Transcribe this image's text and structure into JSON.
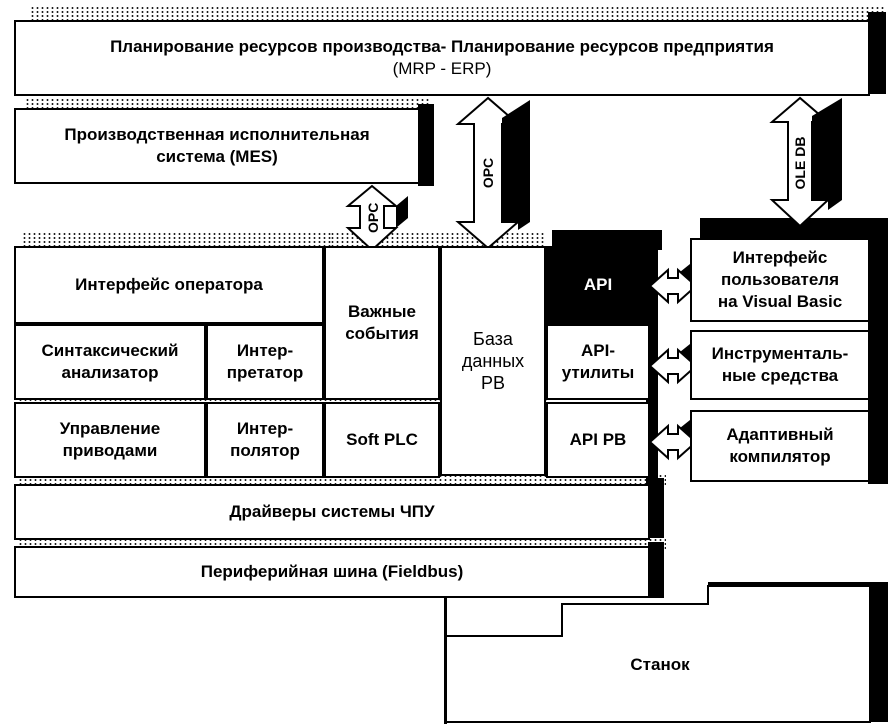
{
  "erp": {
    "title": "Планирование ресурсов производства- Планирование ресурсов предприятия",
    "subtitle": "(MRP - ERP)"
  },
  "mes": {
    "line1": "Производственная исполнительная",
    "line2": "система (MES)"
  },
  "arrows": {
    "opc_left": "OPC",
    "opc_mid": "OPC",
    "ole_db": "OLE DB"
  },
  "blocks": {
    "operator_interface": "Интерфейс оператора",
    "important_events": "Важные\nсобытия",
    "database": "База\nданных\nPB",
    "api": "API",
    "user_interface": "Интерфейс\nпользователя\nна Visual Basic",
    "syntax_analyzer": "Синтаксический\nанализатор",
    "interpreter": "Интер-\nпретатор",
    "api_utils": "API-\nутилиты",
    "tools": "Инструменталь-\nные средства",
    "drive_control": "Управление\nприводами",
    "interpolator": "Интер-\nполятор",
    "soft_plc": "Soft PLC",
    "api_pb": "API  PB",
    "adaptive_compiler": "Адаптивный\nкомпилятор",
    "cnc_drivers": "Драйверы системы ЧПУ",
    "fieldbus": "Периферийная шина (Fieldbus)",
    "machine": "Станок"
  }
}
